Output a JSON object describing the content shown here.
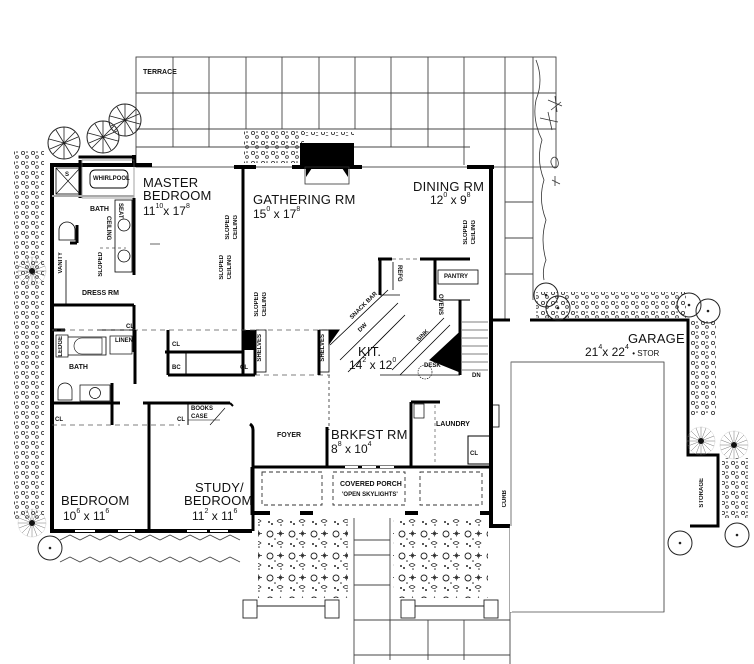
{
  "plan": {
    "title": "",
    "rooms": [
      {
        "id": "master-bedroom",
        "name_line1": "MASTER",
        "name_line2": "BEDROOM",
        "w_ft": "11",
        "w_in": "10",
        "d_ft": "17",
        "d_in": "8"
      },
      {
        "id": "gathering-rm",
        "name": "GATHERING RM",
        "w_ft": "15",
        "w_in": "0",
        "d_ft": "17",
        "d_in": "8"
      },
      {
        "id": "dining-rm",
        "name": "DINING RM",
        "w_ft": "12",
        "w_in": "0",
        "d_ft": "9",
        "d_in": "8"
      },
      {
        "id": "kitchen",
        "name": "KIT.",
        "w_ft": "14",
        "w_in": "2",
        "d_ft": "12",
        "d_in": "0"
      },
      {
        "id": "brkfst-rm",
        "name": "BRKFST RM",
        "w_ft": "8",
        "w_in": "8",
        "d_ft": "10",
        "d_in": "4"
      },
      {
        "id": "garage",
        "name": "GARAGE",
        "w_ft": "21",
        "w_in": "4",
        "d_ft": "22",
        "d_in": "4",
        "suffix": "• STOR"
      },
      {
        "id": "bedroom",
        "name": "BEDROOM",
        "w_ft": "10",
        "w_in": "6",
        "d_ft": "11",
        "d_in": "6"
      },
      {
        "id": "study-bedroom",
        "name_line1": "STUDY/",
        "name_line2": "BEDROOM",
        "w_ft": "11",
        "w_in": "2",
        "d_ft": "11",
        "d_in": "6"
      }
    ],
    "x_sep": "x",
    "labels": {
      "terrace": "TERRACE",
      "whirlpool": "WHIRLPOOL",
      "bath_master": "BATH",
      "seat": "SEAT",
      "vanity": "VANITY",
      "dress_rm": "DRESS RM",
      "sloped_ceiling_1": "SLOPED · CEILING",
      "sloped": "SLOPED",
      "ceiling": "CEILING",
      "bath_2": "BATH",
      "linen": "LINEN",
      "ledge": "LEDGE",
      "cl": "CL",
      "bc": "BC",
      "shelves": "SHELVES",
      "books_case_1": "BOOKS",
      "books_case_2": "CASE",
      "foyer": "FOYER",
      "refg": "REFG",
      "pantry": "PANTRY",
      "ovens": "OVENS",
      "snack_bar": "SNACK BAR",
      "dw": "DW",
      "sink": "SINK",
      "desk": "DESK",
      "dn": "DN",
      "laundry": "LAUNDRY",
      "covered_porch": "COVERED PORCH",
      "open_skylights": "'OPEN SKYLIGHTS'",
      "curb": "CURB",
      "storage": "STORAGE",
      "shower": "S"
    }
  }
}
